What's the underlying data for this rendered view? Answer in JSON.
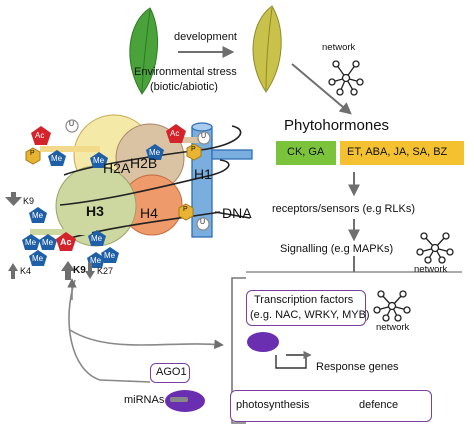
{
  "top": {
    "development": "development",
    "stress_line1": "Environmental stress",
    "stress_line2": "(biotic/abiotic)",
    "network": "network"
  },
  "phytohormones": {
    "title": "Phytohormones",
    "group_a": "CK, GA",
    "group_b": "ET, ABA, JA, SA, BZ",
    "group_a_color": "#7cc33c",
    "group_b_color": "#f4c230"
  },
  "pathway": {
    "receptors": "receptors/sensors (e.g RLKs)",
    "signalling": "Signalling (e.g MAPKs)",
    "network": "network"
  },
  "tf": {
    "line1": "Transcription factors",
    "line2": "(e.g. NAC, WRKY, MYB)",
    "network": "network"
  },
  "response": {
    "genes": "Response genes",
    "photosynthesis": "photosynthesis",
    "defence": "defence",
    "down_color": "#1a73c4",
    "up_color": "#e0282a"
  },
  "rna": {
    "ago": "AGO1",
    "mirnas": "miRNAs"
  },
  "nucleosome": {
    "h2a": "H2A",
    "h2b": "H2B",
    "h3": "H3",
    "h4": "H4",
    "h1": "H1",
    "dna": "DNA",
    "me": "Me",
    "ac": "Ac",
    "p": "P",
    "u": "U",
    "k9_top": "K9",
    "k4": "K4",
    "k9": "K9",
    "k27": "K27"
  },
  "colors": {
    "purple_box": "#7b3fa0",
    "purple_fill": "#6a2fb0",
    "me_blue": "#1f5fa8",
    "ac_red": "#d4232a",
    "p_yellow": "#e8b431",
    "h2a": "#f5e9a8",
    "h2b": "#d9c3a3",
    "h3": "#cdd7a0",
    "h4": "#ef9a6a",
    "h1": "#7aaede"
  }
}
